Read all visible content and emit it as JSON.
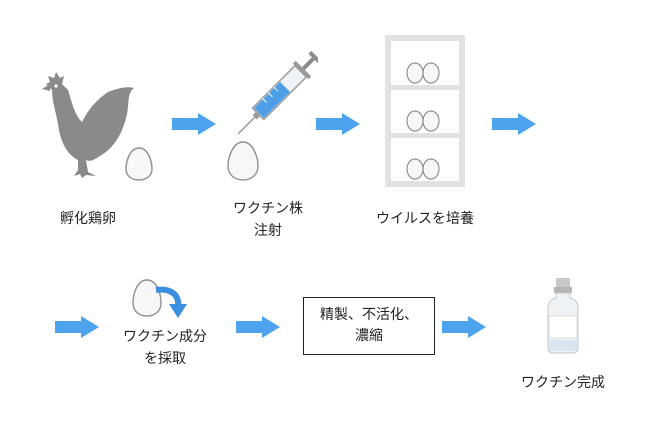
{
  "steps": [
    {
      "lines": [
        "孵化鶏卵"
      ]
    },
    {
      "lines": [
        "ワクチン株",
        "注射"
      ]
    },
    {
      "lines": [
        "ウイルスを培養"
      ]
    },
    {
      "lines": [
        "ワクチン成分",
        "を採取"
      ]
    },
    {
      "lines": [
        "精製、不活化、",
        "濃縮"
      ]
    },
    {
      "lines": [
        "ワクチン完成"
      ]
    }
  ],
  "colors": {
    "arrow": "#4da3ee",
    "chicken": "#8a8a8a",
    "shelf": "#e2e2e2",
    "syringe_liquid": "#4c9fe6",
    "curve_arrow": "#3a8fe0"
  },
  "icons": [
    "chicken-icon",
    "egg-icon",
    "syringe-icon",
    "shelf-icon",
    "curved-arrow-icon",
    "vial-icon"
  ]
}
